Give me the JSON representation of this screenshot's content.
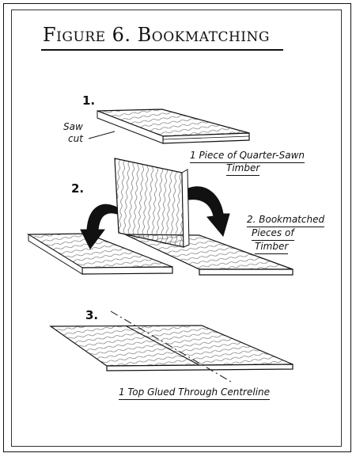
{
  "title": "Figure 6. Bookmatching",
  "steps": {
    "step1": {
      "number": "1.",
      "saw_cut_label_line1": "Saw",
      "saw_cut_label_line2": "cut",
      "caption_line1": "1 Piece of Quarter-Sawn",
      "caption_line2": "Timber"
    },
    "step2": {
      "number": "2.",
      "caption_line1": "2. Bookmatched",
      "caption_line2": "Pieces of",
      "caption_line3": "Timber"
    },
    "step3": {
      "number": "3.",
      "caption": "1 Top Glued Through Centreline"
    }
  },
  "icons": {
    "left_arrow": "curved-arrow-up-icon",
    "right_arrow": "curved-arrow-down-icon"
  }
}
